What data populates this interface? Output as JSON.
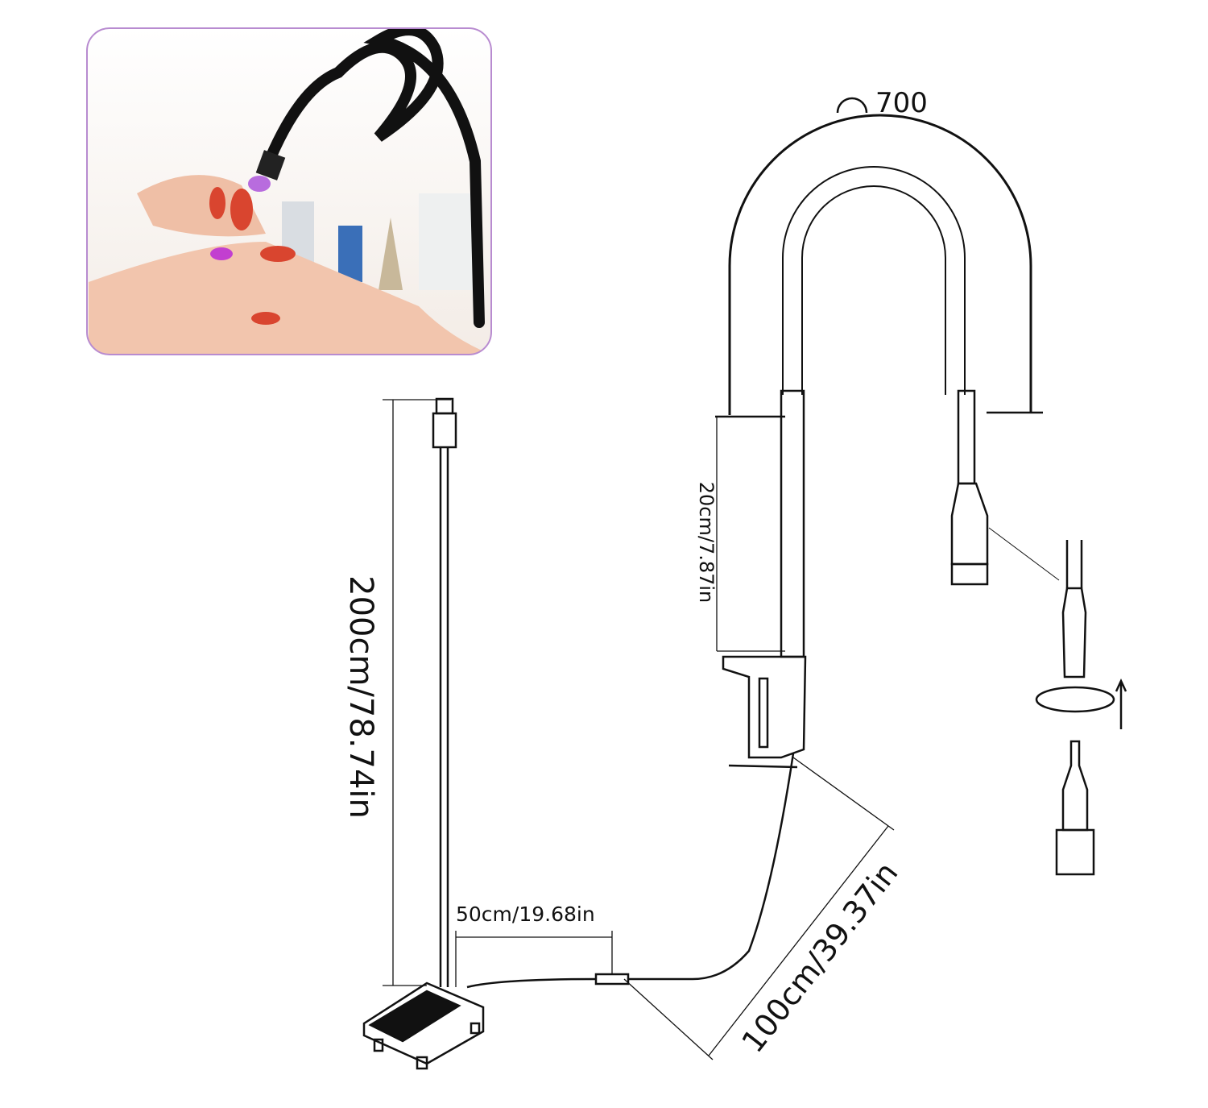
{
  "photo": {
    "description_alt": "",
    "accent_color": "#a84ad8"
  },
  "labels": {
    "bend_angle": "700",
    "gooseneck_length": "20cm/7.87in",
    "usb_cable_length": "200cm/78.74in",
    "pedal_cable_length": "50cm/19.68in",
    "lamp_cable_length": "100cm/39.37in"
  },
  "icons": [
    "arc-icon",
    "rotate-arrow-icon",
    "up-arrow-icon"
  ]
}
